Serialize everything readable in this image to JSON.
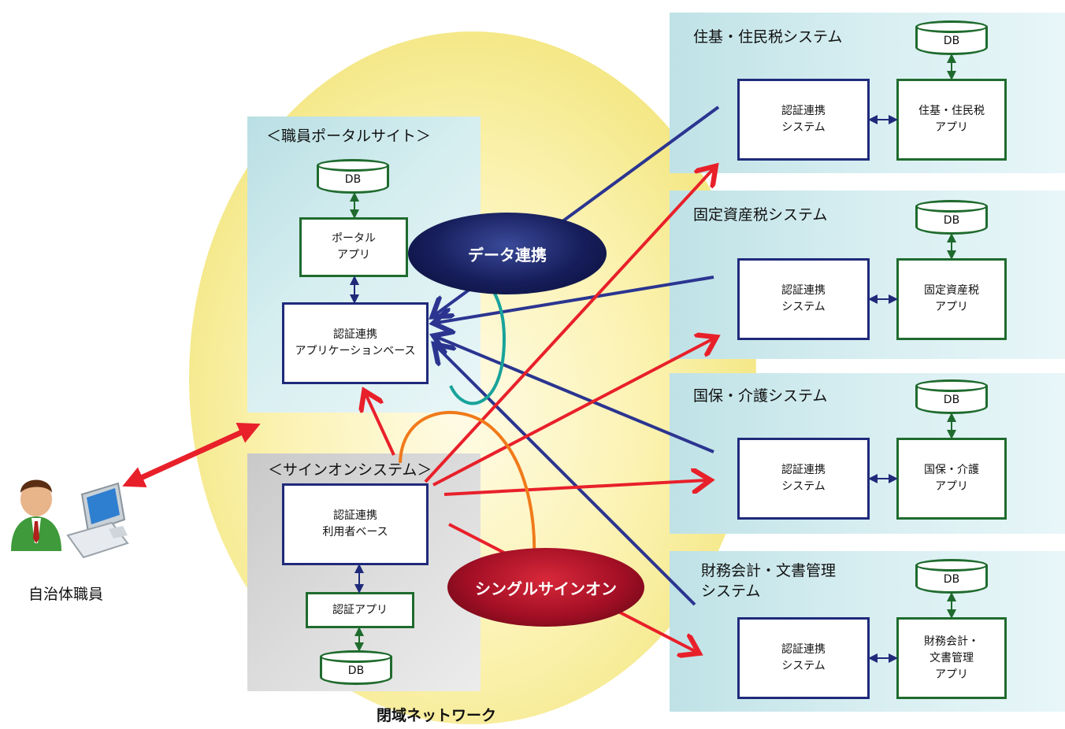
{
  "network": {
    "label": "閉域ネットワーク"
  },
  "user": {
    "label": "自治体職員"
  },
  "portal": {
    "title": "＜職員ポータルサイト＞",
    "db_label": "DB",
    "app_label": "ポータル\nアプリ",
    "base_label": "認証連携\nアプリケーションベース"
  },
  "signon": {
    "title": "＜サインオンシステム＞",
    "base_label": "認証連携\n利用者ベース",
    "app_label": "認証アプリ",
    "db_label": "DB"
  },
  "ovals": {
    "data_link": "データ連携",
    "single_signon": "シングルサインオン"
  },
  "systems": [
    {
      "title": "住基・住民税システム",
      "auth_label": "認証連携\nシステム",
      "app_label": "住基・住民税\nアプリ",
      "db_label": "DB"
    },
    {
      "title": "固定資産税システム",
      "auth_label": "認証連携\nシステム",
      "app_label": "固定資産税\nアプリ",
      "db_label": "DB"
    },
    {
      "title": "国保・介護システム",
      "auth_label": "認証連携\nシステム",
      "app_label": "国保・介護\nアプリ",
      "db_label": "DB"
    },
    {
      "title": "財務会計・文書管理\nシステム",
      "auth_label": "認証連携\nシステム",
      "app_label": "財務会計・\n文書管理\nアプリ",
      "db_label": "DB"
    }
  ],
  "colors": {
    "data_link": "#2b3590",
    "single_signon": "#e8202a",
    "network_fill": "#f8f0a0",
    "box_border_blue": "#1f2a7a",
    "box_border_green": "#1f6b2e",
    "teal_arc": "#18a39b",
    "orange_arc": "#f07a1a"
  }
}
